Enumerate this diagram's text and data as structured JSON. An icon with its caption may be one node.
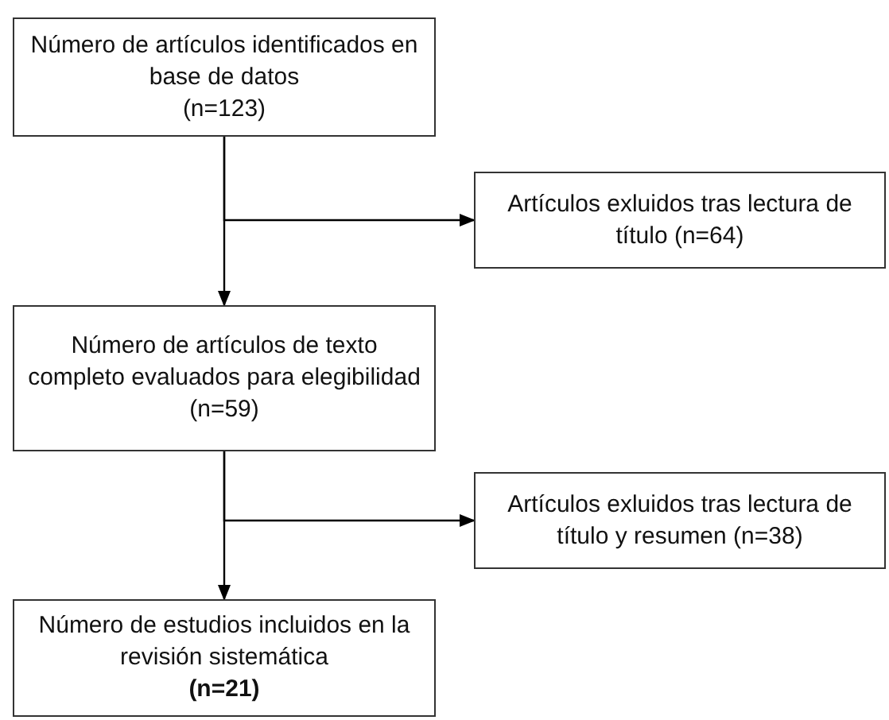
{
  "diagram": {
    "nodes": [
      {
        "text": [
          "Número de artículos identificados en base de datos",
          "(n=123)"
        ]
      },
      {
        "text": [
          "Artículos exluidos tras lectura de título (n=64)"
        ]
      },
      {
        "text": [
          "Número de artículos de texto completo evaluados para elegibilidad",
          "(n=59)"
        ]
      },
      {
        "text": [
          "Artículos exluidos tras lectura de título y resumen (n=38)"
        ]
      },
      {
        "text": [
          "Número de estudios incluidos en la revisión sistemática",
          "(n=21)"
        ]
      }
    ],
    "edges": [
      {
        "from": 0,
        "to": 2,
        "arrow": "to"
      },
      {
        "from": 0,
        "to": 1,
        "arrow": "to"
      },
      {
        "from": 2,
        "to": 4,
        "arrow": "to"
      },
      {
        "from": 2,
        "to": 3,
        "arrow": "to"
      }
    ]
  }
}
